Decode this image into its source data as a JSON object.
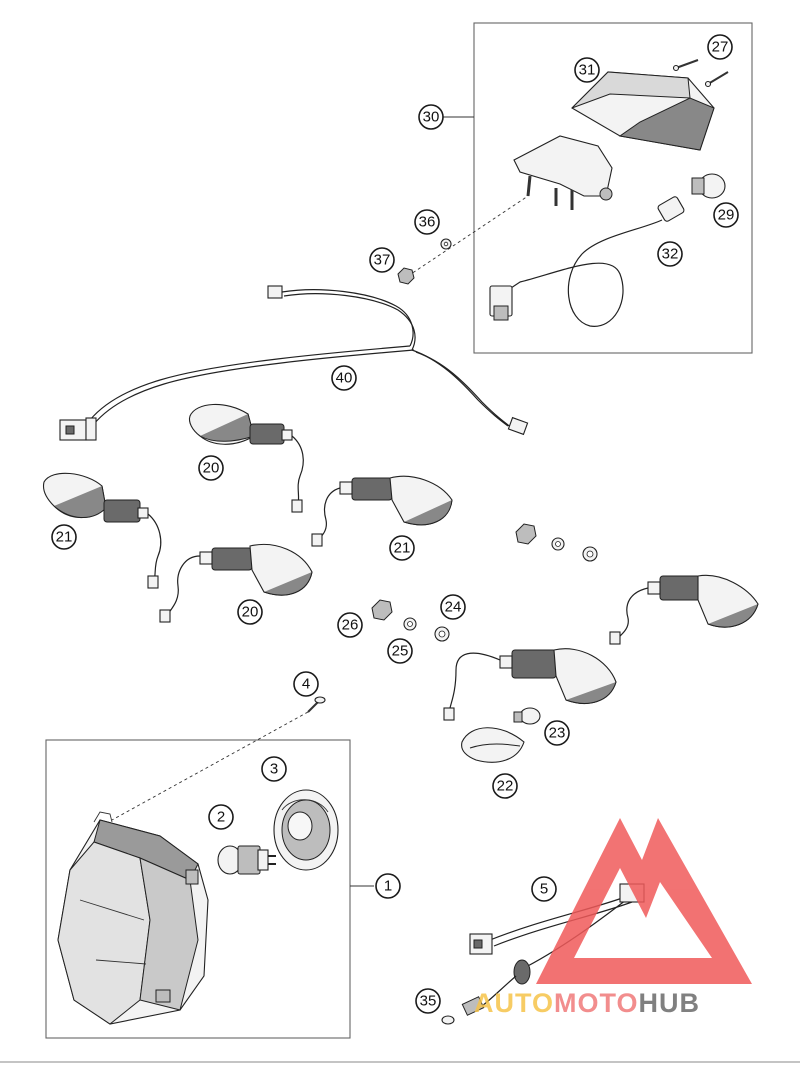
{
  "diagram": {
    "callouts": [
      {
        "id": "c27",
        "label": "27"
      },
      {
        "id": "c31",
        "label": "31"
      },
      {
        "id": "c30",
        "label": "30"
      },
      {
        "id": "c36",
        "label": "36"
      },
      {
        "id": "c29",
        "label": "29"
      },
      {
        "id": "c37",
        "label": "37"
      },
      {
        "id": "c32",
        "label": "32"
      },
      {
        "id": "c40",
        "label": "40"
      },
      {
        "id": "c20a",
        "label": "20"
      },
      {
        "id": "c21a",
        "label": "21"
      },
      {
        "id": "c21b",
        "label": "21"
      },
      {
        "id": "c20b",
        "label": "20"
      },
      {
        "id": "c24",
        "label": "24"
      },
      {
        "id": "c26",
        "label": "26"
      },
      {
        "id": "c25",
        "label": "25"
      },
      {
        "id": "c4",
        "label": "4"
      },
      {
        "id": "c23",
        "label": "23"
      },
      {
        "id": "c3",
        "label": "3"
      },
      {
        "id": "c22",
        "label": "22"
      },
      {
        "id": "c2",
        "label": "2"
      },
      {
        "id": "c1",
        "label": "1"
      },
      {
        "id": "c5",
        "label": "5"
      },
      {
        "id": "c35",
        "label": "35"
      }
    ]
  },
  "watermark": {
    "part1": "AUTO",
    "part2": "MOTO",
    "part3": "HUB",
    "colors": {
      "auto": "#f6c44a",
      "moto": "#f07a7a",
      "hub": "#6b6b6b",
      "triangle": "#f05a5a"
    }
  }
}
